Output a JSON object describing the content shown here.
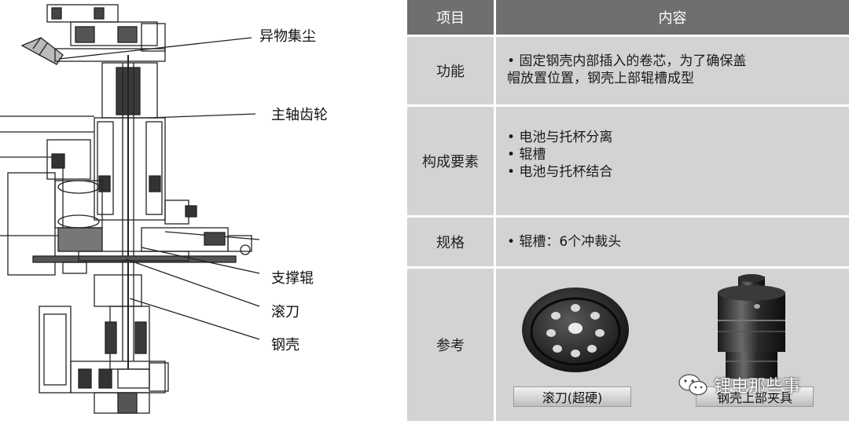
{
  "callouts": {
    "foreign_dust": "异物集尘",
    "spindle_gear": "主轴齿轮",
    "support_roller": "支撑辊",
    "roller_knife": "滚刀",
    "steel_case": "钢壳"
  },
  "table": {
    "header": {
      "item": "项目",
      "content": "内容"
    },
    "rows": [
      {
        "label": "功能",
        "lines": [
          "• 固定钢壳内部插入的卷芯，为了确保盖",
          "帽放置位置，钢壳上部辊槽成型"
        ]
      },
      {
        "label": "构成要素",
        "lines": [
          "• 电池与托杯分离",
          "• 辊槽",
          "• 电池与托杯结合"
        ]
      },
      {
        "label": "规格",
        "lines": [
          "• 辊槽：6个冲裁头"
        ]
      },
      {
        "label": "参考",
        "lines": []
      }
    ],
    "photo_captions": {
      "left": "滚刀(超硬)",
      "right": "钢壳上部夹具"
    }
  },
  "watermark": {
    "text": "锂电那些事",
    "icon": "wechat-icon"
  },
  "colors": {
    "header_bg": "#6f6f6f",
    "cell_bg": "#d3d3d3",
    "grid": "#ffffff"
  }
}
